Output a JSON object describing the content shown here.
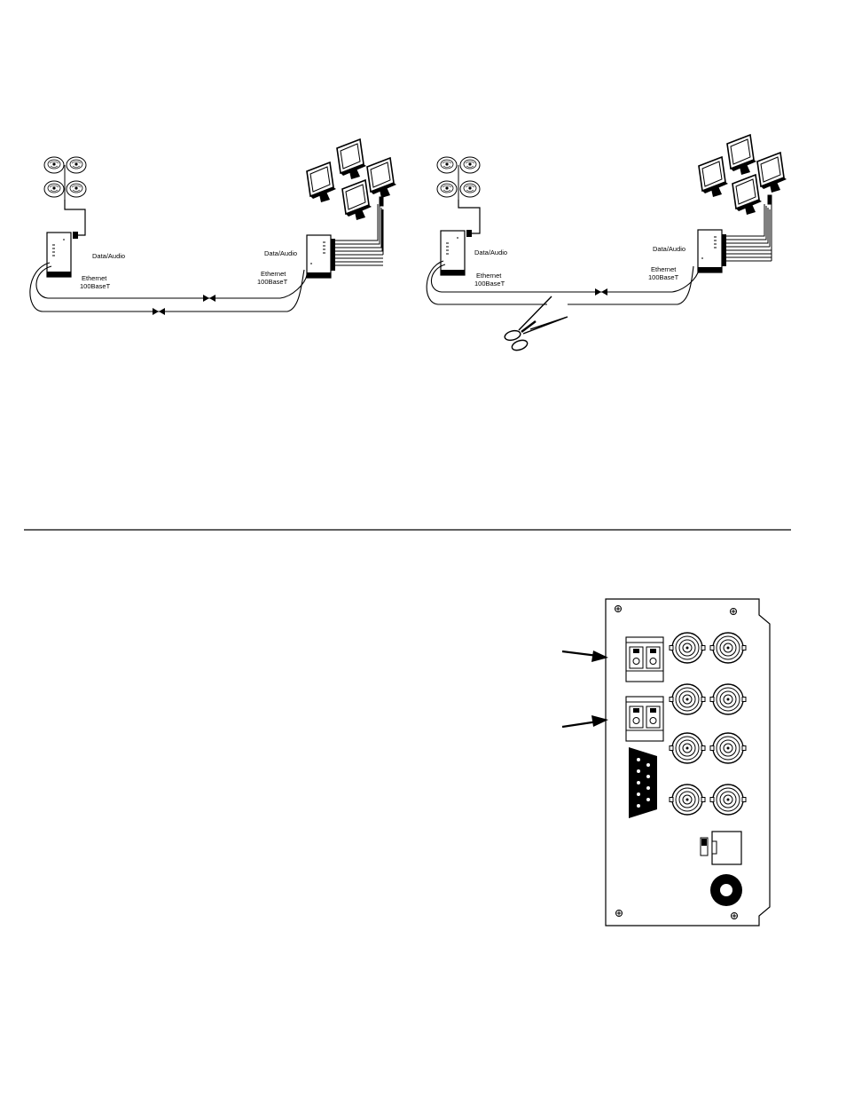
{
  "diagrams": {
    "left": {
      "data_audio": "Data/Audio",
      "ethernet_near": "Ethernet",
      "speed_near": "100BaseT",
      "data_audio_far": "Data/Audio",
      "ethernet_far": "Ethernet",
      "speed_far": "100BaseT"
    },
    "right": {
      "data_audio": "Data/Audio",
      "ethernet_near": "Ethernet",
      "speed_near": "100BaseT",
      "data_audio_far": "Data/Audio",
      "ethernet_far": "Ethernet",
      "speed_far": "100BaseT"
    }
  },
  "icons": {
    "camera": "camera-icon",
    "monitor": "monitor-icon",
    "scissors": "scissors-icon",
    "arrow": "arrow-icon",
    "bnc": "bnc-connector-icon",
    "screw": "screw-icon"
  }
}
